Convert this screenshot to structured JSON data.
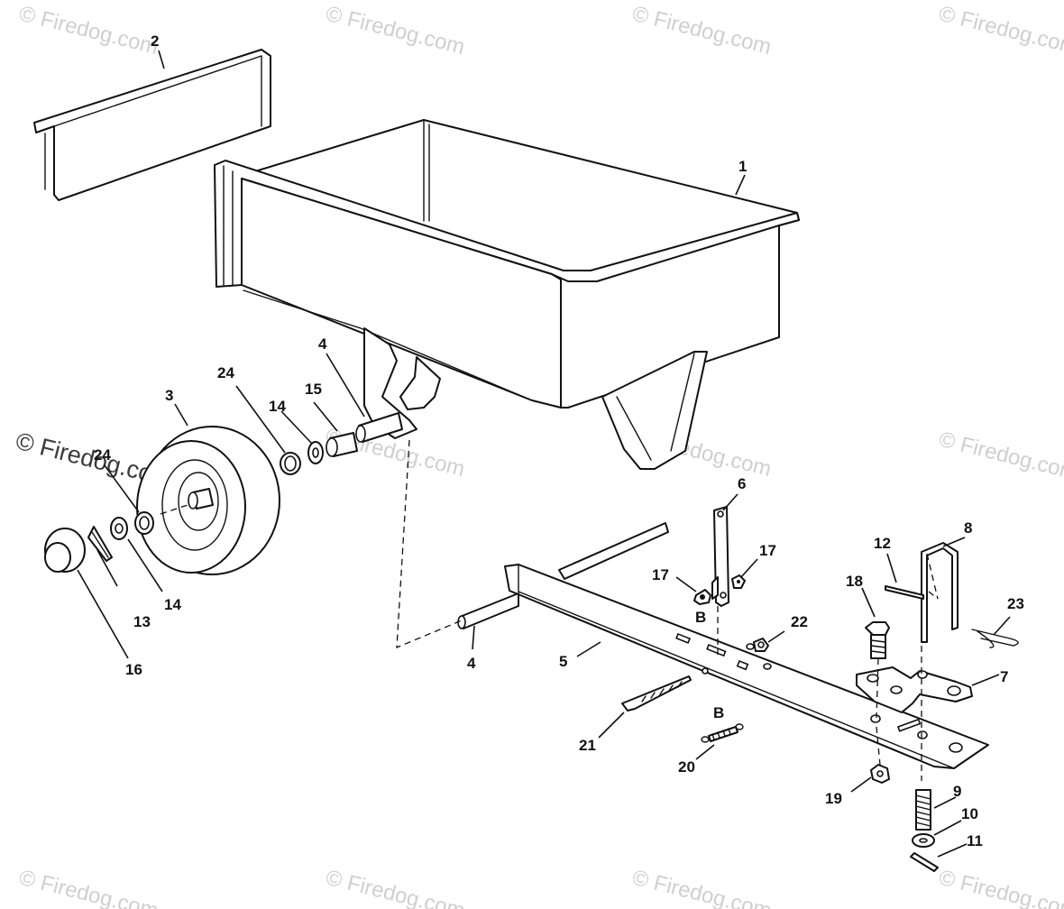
{
  "watermark": {
    "text": "© Firedog.com",
    "color": "#cfcfcf",
    "prominent_color": "#3a3a3a"
  },
  "callouts": {
    "p1": "1",
    "p2": "2",
    "p3": "3",
    "p4a": "4",
    "p4b": "4",
    "p5": "5",
    "p6": "6",
    "p7": "7",
    "p8": "8",
    "p9": "9",
    "p10": "10",
    "p11": "11",
    "p12": "12",
    "p13": "13",
    "p14a": "14",
    "p14b": "14",
    "p15": "15",
    "p16": "16",
    "p17a": "17",
    "p17b": "17",
    "p18": "18",
    "p19": "19",
    "p20": "20",
    "p21": "21",
    "p22": "22",
    "p23": "23",
    "p24a": "24",
    "p24b": "24",
    "ref_b1": "B",
    "ref_b2": "B"
  }
}
